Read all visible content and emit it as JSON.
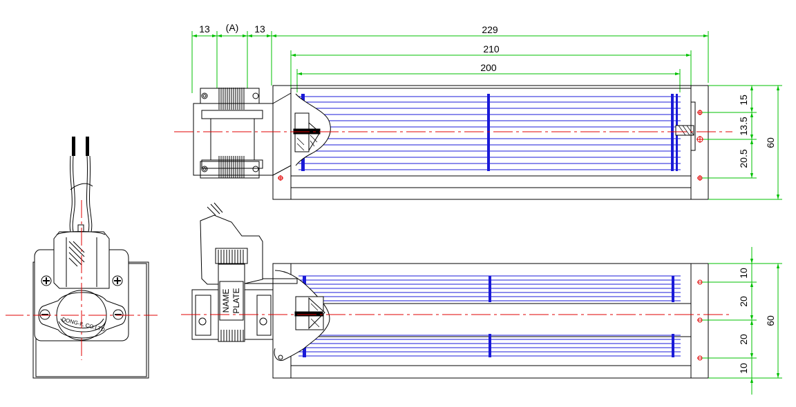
{
  "dimensions": {
    "top": {
      "d13_left": "13",
      "d_a": "(A)",
      "d13_right": "13",
      "d229": "229",
      "d210": "210",
      "d200": "200"
    },
    "right_top": {
      "d15": "15",
      "d13_5": "13.5",
      "d20_5": "20.5",
      "d60": "60"
    },
    "right_bottom": {
      "d10_top": "10",
      "d20_a": "20",
      "d20_b": "20",
      "d10_bottom": "10",
      "d60": "60"
    }
  },
  "labels": {
    "name_plate_line1": "NAME",
    "name_plate_line2": "PLATE",
    "motor_maker": "DONG-IL CO.LTD"
  },
  "colors": {
    "dimension": "#00c000",
    "centerline": "#e00000",
    "blade": "#1a1ad8",
    "outline": "#000000"
  }
}
